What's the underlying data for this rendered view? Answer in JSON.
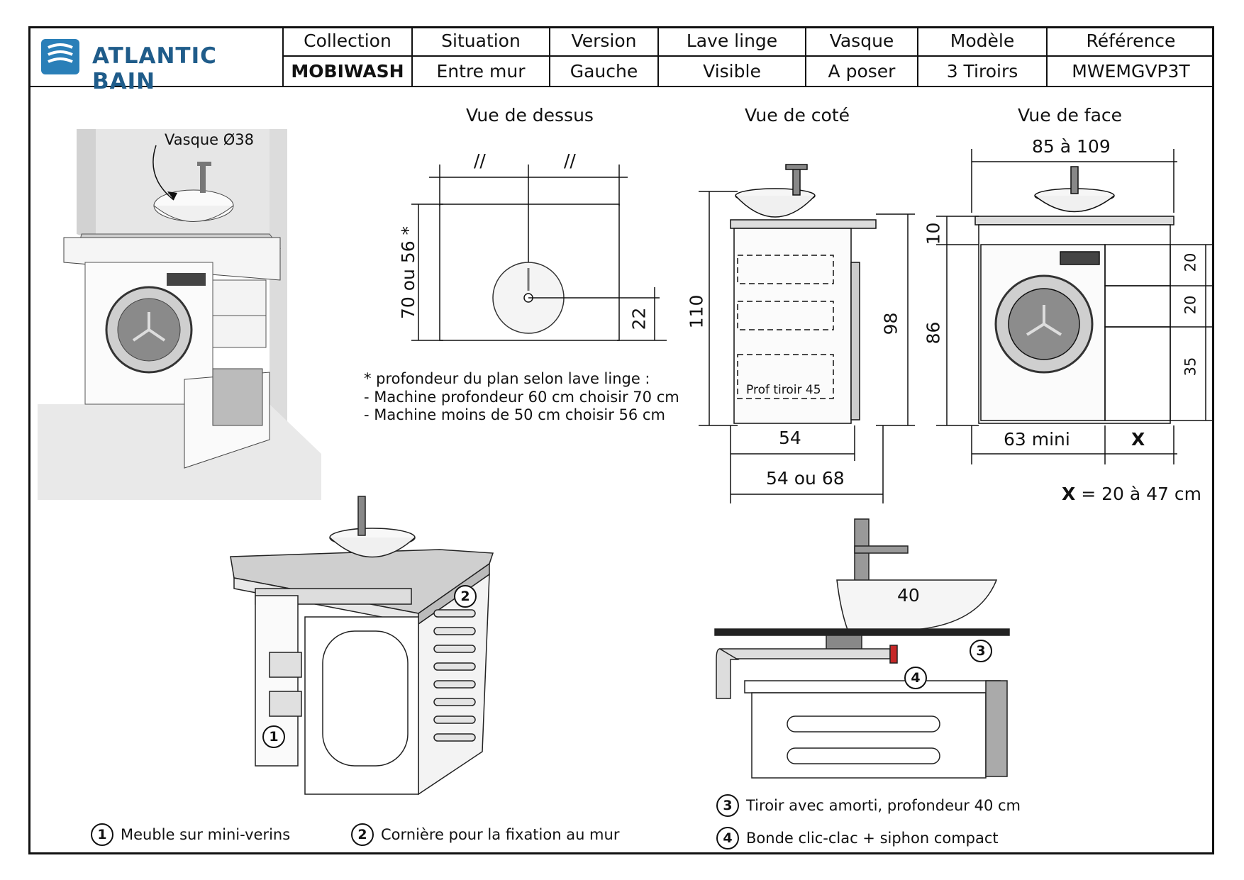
{
  "brand": {
    "name": "ATLANTIC BAIN",
    "accent": "#1f5c8a"
  },
  "header": {
    "columns": [
      {
        "label": "Collection",
        "value": "MOBIWASH"
      },
      {
        "label": "Situation",
        "value": "Entre mur"
      },
      {
        "label": "Version",
        "value": "Gauche"
      },
      {
        "label": "Lave linge",
        "value": "Visible"
      },
      {
        "label": "Vasque",
        "value": "A poser"
      },
      {
        "label": "Modèle",
        "value": "3 Tiroirs"
      },
      {
        "label": "Référence",
        "value": "MWEMGVP3T"
      }
    ]
  },
  "perspective": {
    "vasque_label": "Vasque Ø38"
  },
  "top_view": {
    "title": "Vue de dessus",
    "break_mark": "//",
    "depth_label": "70 ou 56 *",
    "offset_label": "22"
  },
  "side_view": {
    "title": "Vue de coté",
    "total_height": "110",
    "height_98": "98",
    "drawer_depth": "Prof tiroir 45",
    "depth_54": "54",
    "depth_options": "54 ou 68"
  },
  "front_view": {
    "title": "Vue de face",
    "width_range": "85 à 109",
    "top_thickness": "10",
    "height_86": "86",
    "drawer_heights": [
      "20",
      "20",
      "35"
    ],
    "machine_width": "63 mini",
    "x_label": "X",
    "x_note_bold": "X",
    "x_note_rest": " = 20 à 47 cm"
  },
  "notes": {
    "line1": "* profondeur du plan selon lave linge :",
    "line2": "- Machine profondeur 60 cm choisir 70 cm",
    "line3": "- Machine moins de 50 cm choisir 56 cm"
  },
  "detail": {
    "basin_height": "40"
  },
  "callouts": [
    {
      "num": "1",
      "text": "Meuble sur mini-verins"
    },
    {
      "num": "2",
      "text": "Cornière pour la fixation au mur"
    },
    {
      "num": "3",
      "text": "Tiroir avec amorti, profondeur 40 cm"
    },
    {
      "num": "4",
      "text": "Bonde clic-clac + siphon compact"
    }
  ]
}
